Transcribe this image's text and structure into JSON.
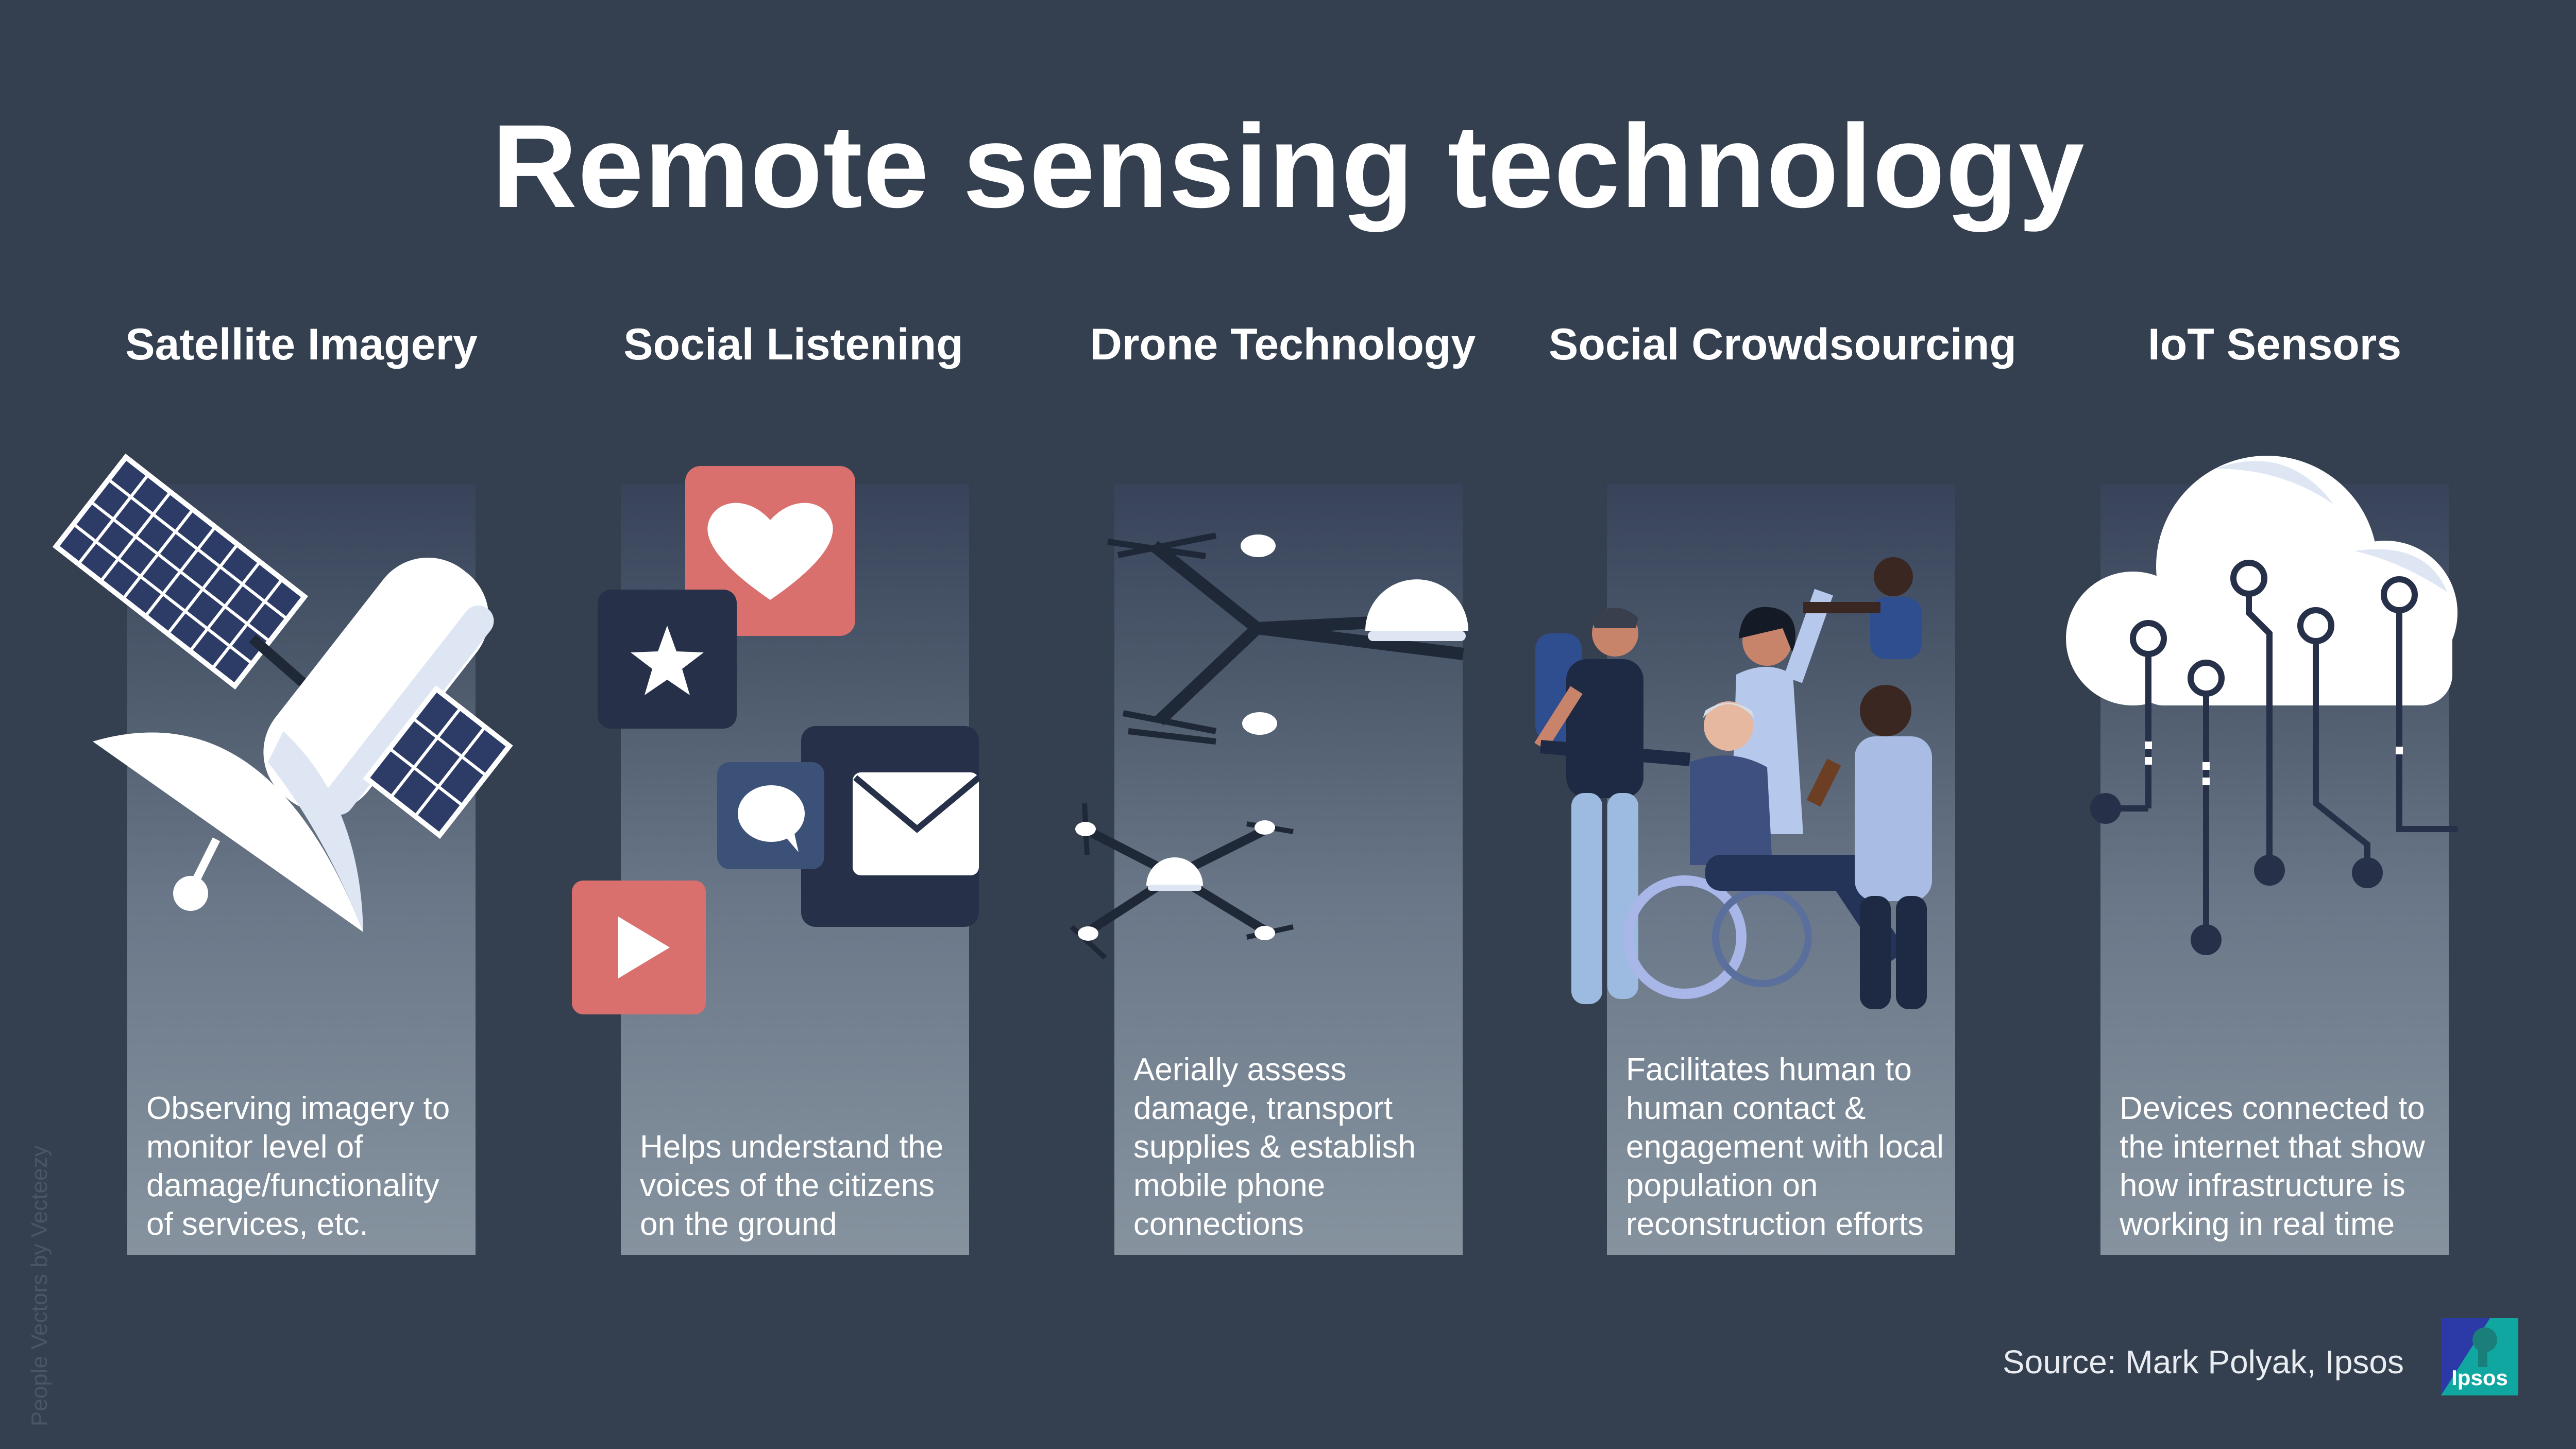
{
  "title": "Remote sensing technology",
  "columns": [
    {
      "heading": "Satellite Imagery",
      "description": "Observing imagery to monitor level of damage/functionality of services, etc."
    },
    {
      "heading": "Social Listening",
      "description": "Helps understand the voices of the citizens on the ground"
    },
    {
      "heading": "Drone Technology",
      "description": "Aerially assess damage, transport supplies & establish mobile phone connections"
    },
    {
      "heading": "Social Crowdsourcing",
      "description": "Facilitates human to human contact & engagement with local population on reconstruction efforts"
    },
    {
      "heading": "IoT Sensors",
      "description": "Devices connected to the internet that show how infrastructure is working in real time"
    }
  ],
  "source": "Source: Mark Polyak, Ipsos",
  "watermark": "People Vectors by Vecteezy",
  "logo": {
    "text": "Ipsos"
  },
  "colors": {
    "background": "#343f4f",
    "accent_red": "#d9706e",
    "navy": "#263049",
    "white": "#ffffff",
    "logo_teal": "#10a7a0",
    "logo_blue": "#2b3aa6"
  },
  "icons": [
    "satellite-icon",
    "heart-icon",
    "star-icon",
    "chat-bubble-icon",
    "envelope-icon",
    "play-icon",
    "drone-icon",
    "people-group-icon",
    "cloud-circuit-icon"
  ]
}
